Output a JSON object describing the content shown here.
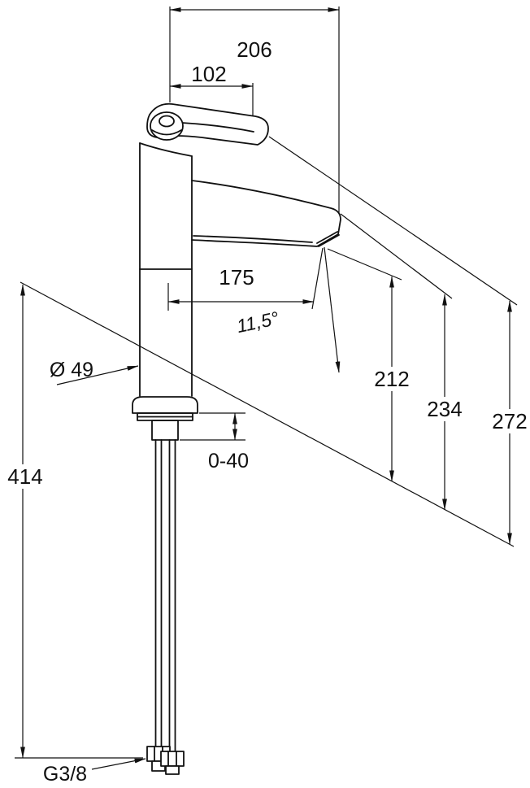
{
  "colors": {
    "line": "#111111",
    "background": "#ffffff"
  },
  "drawing": {
    "type": "technical-dimension-drawing",
    "subject": "single-lever tall basin mixer, side view with dimensions",
    "labels": {
      "spout_reach": "206",
      "handle_reach": "102",
      "outlet_reach": "175",
      "spout_angle": "11,5°",
      "body_diameter": "Ø 49",
      "outlet_height": "212",
      "spout_height": "234",
      "total_height": "272",
      "deck_thickness": "0-40",
      "hose_length": "414",
      "thread": "G3/8"
    }
  }
}
